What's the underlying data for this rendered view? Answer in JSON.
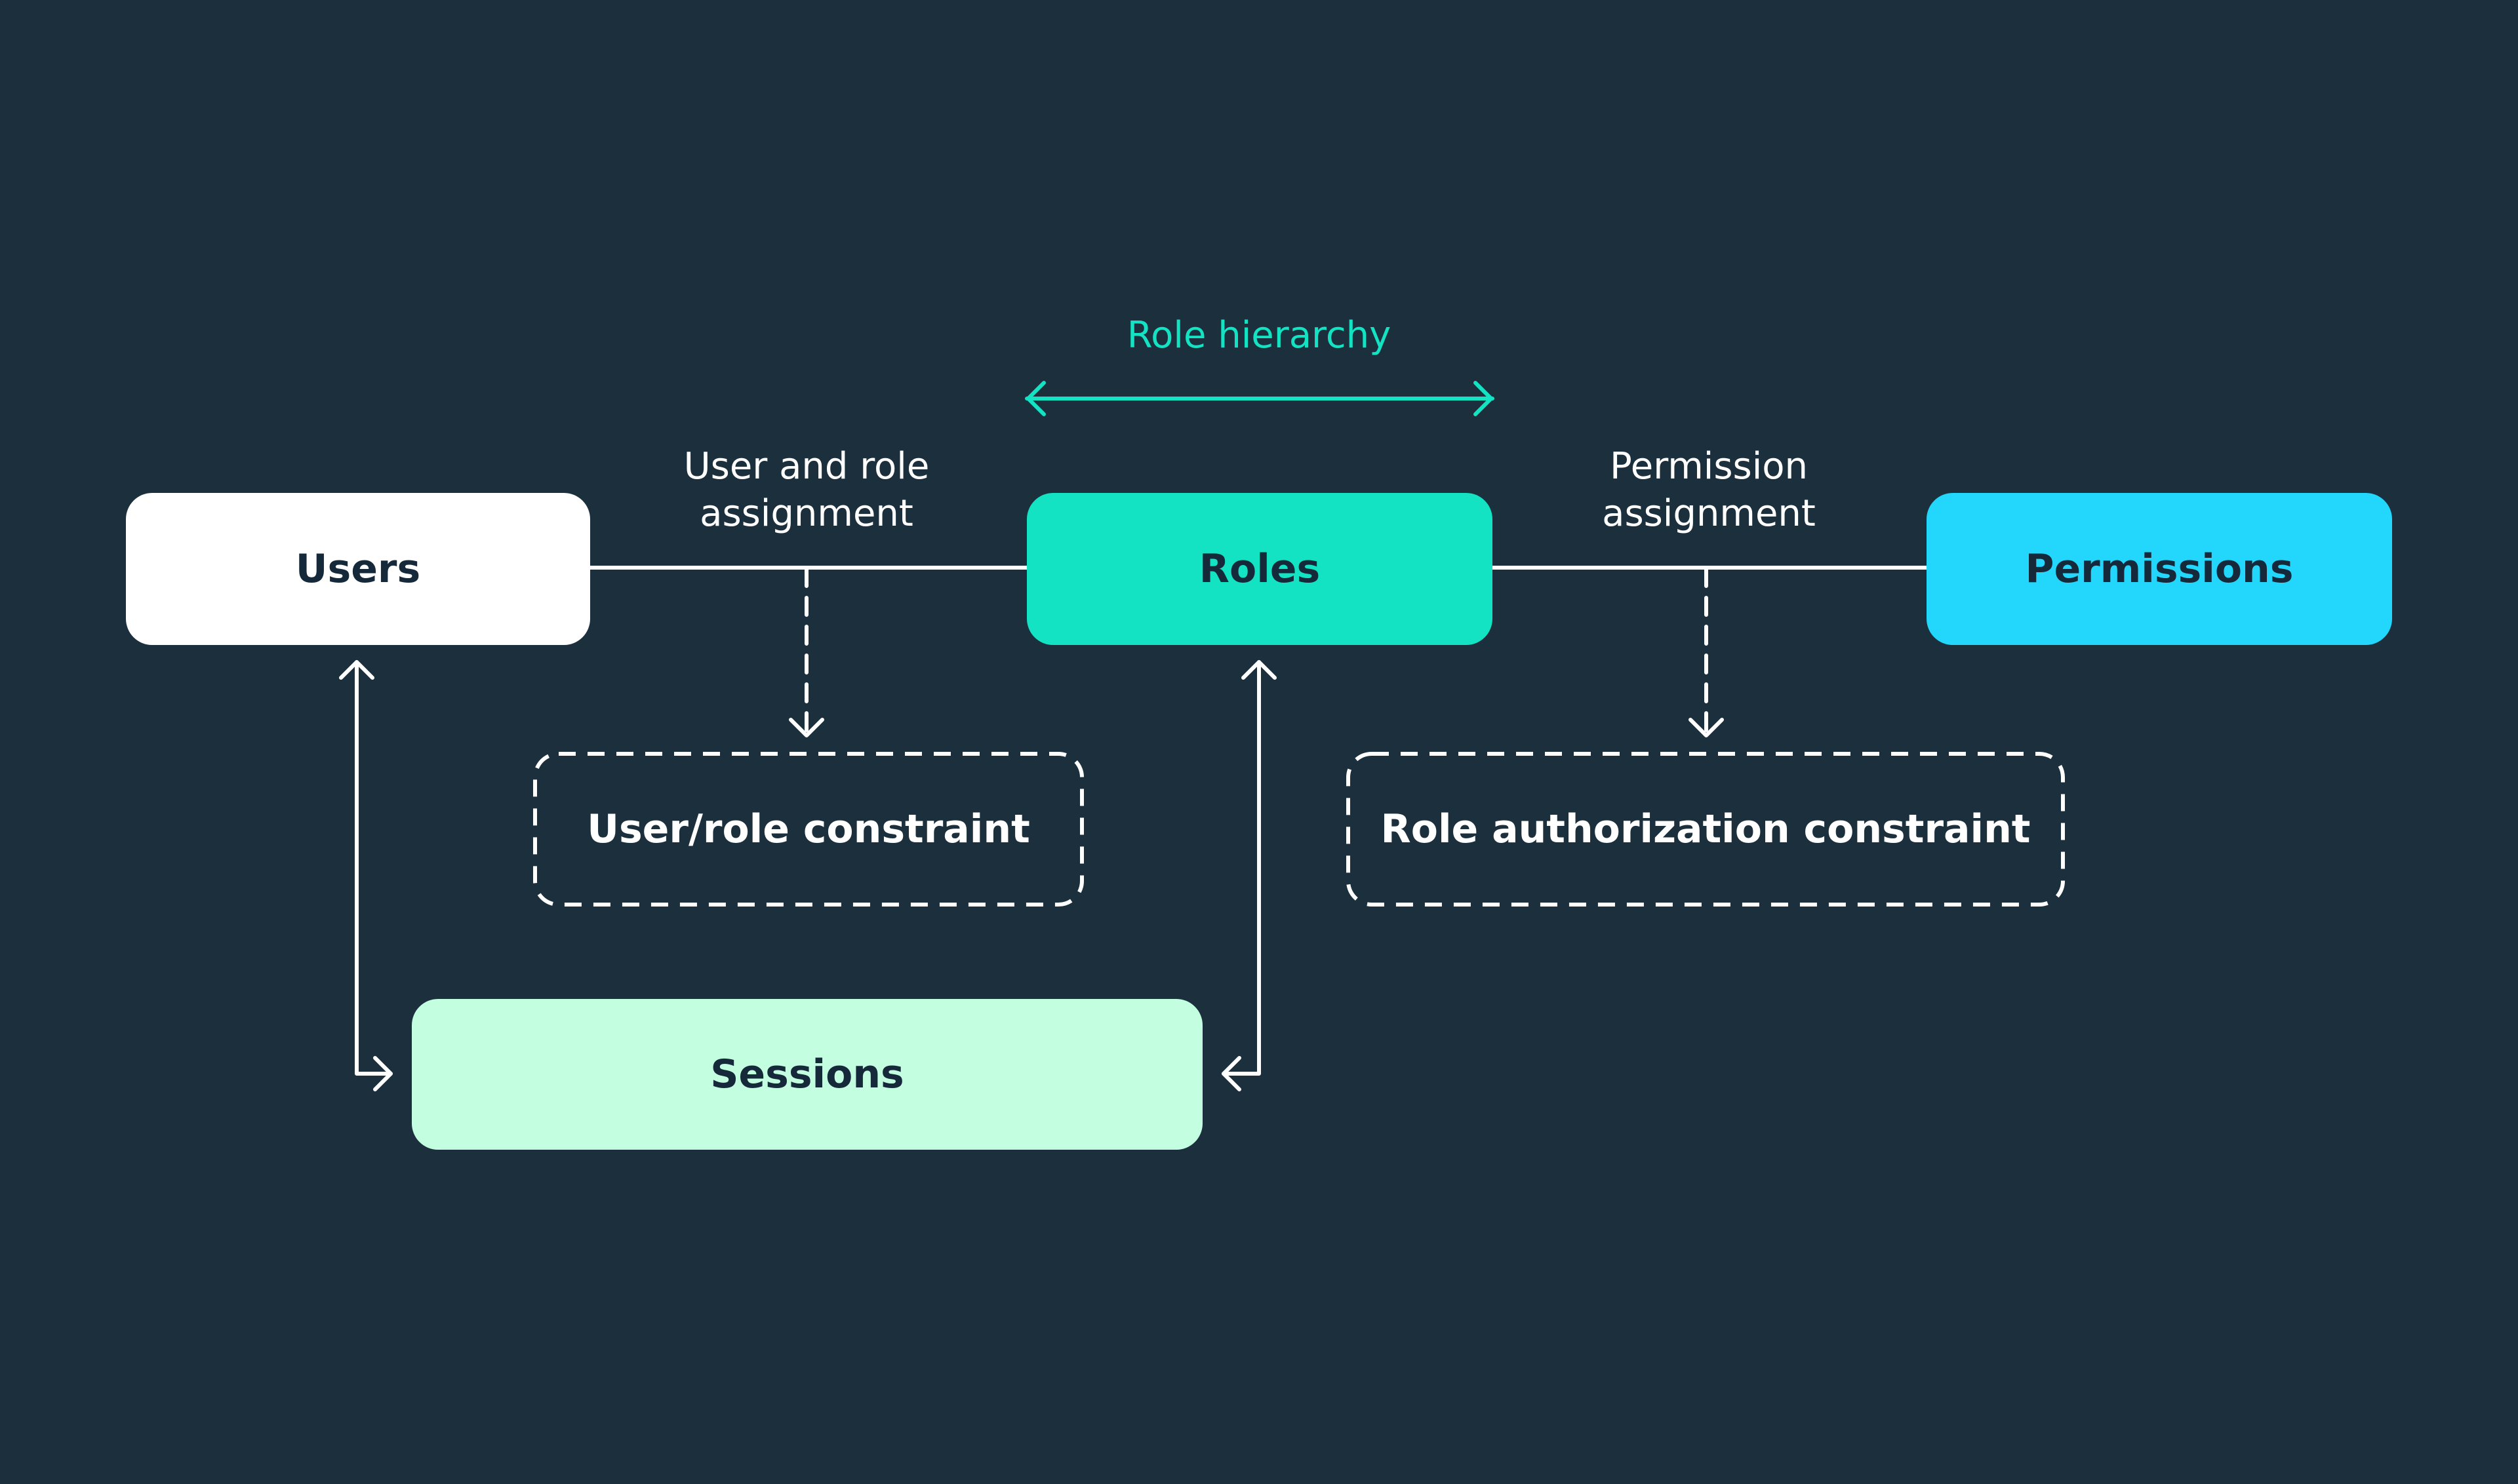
{
  "nodes": {
    "users": "Users",
    "roles": "Roles",
    "permissions": "Permissions",
    "sessions": "Sessions"
  },
  "constraints": {
    "user_role": "User/role constraint",
    "role_authorization": "Role authorization constraint"
  },
  "edges": {
    "user_role_assignment": [
      "User and role",
      "assignment"
    ],
    "permission_assignment": [
      "Permission",
      "assignment"
    ],
    "role_hierarchy": "Role hierarchy"
  },
  "colors": {
    "background": "#1b2f3d",
    "users": "#ffffff",
    "roles": "#13e2c3",
    "permissions": "#22d6fc",
    "sessions": "#c4fee0",
    "hierarchy": "#13e2c3",
    "text_dark": "#16293a",
    "line": "#ffffff"
  }
}
